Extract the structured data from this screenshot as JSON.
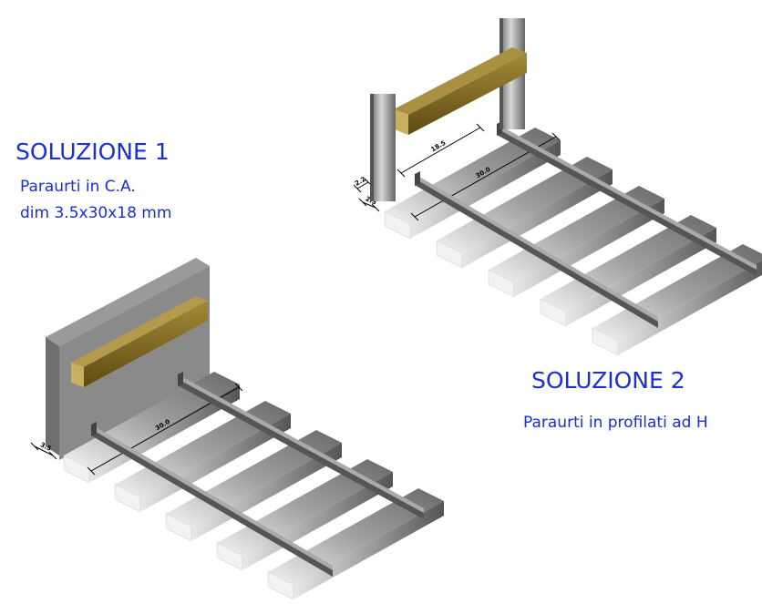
{
  "solution1": {
    "title": "SOLUZIONE 1",
    "line1": "Paraurti in C.A.",
    "line2": "dim 3.5x30x18 mm",
    "dims": {
      "length": "30.0",
      "depth": "3.5"
    }
  },
  "solution2": {
    "title": "SOLUZIONE 2",
    "line1": "Paraurti in profilati ad H",
    "dims": {
      "beam": "18.5",
      "length": "30.0",
      "gap1": "2.2",
      "gap2": "2.3"
    }
  },
  "colors": {
    "text": "#1a2fd6",
    "beam": "#7a6418",
    "wall": "#8a8a8a"
  }
}
